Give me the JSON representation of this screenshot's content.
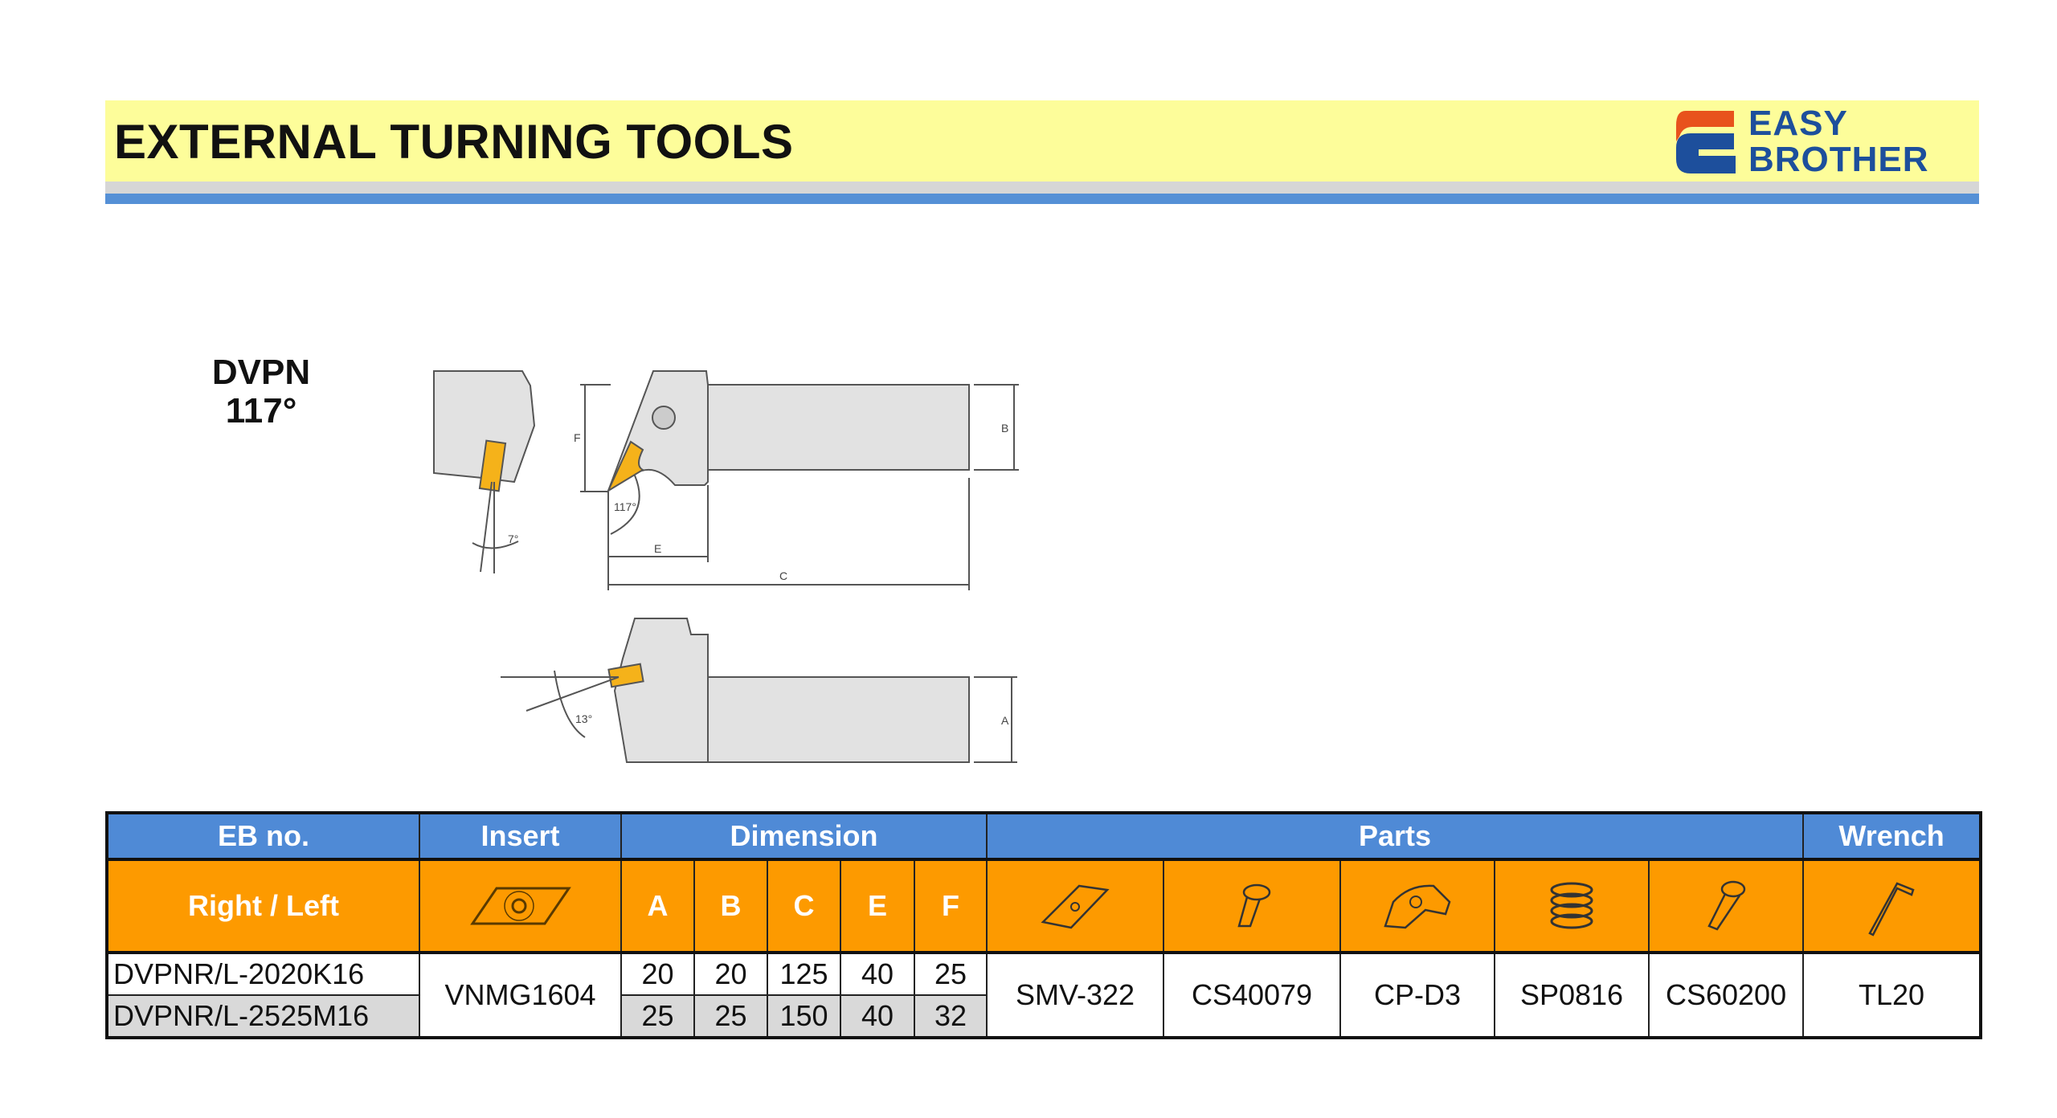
{
  "header": {
    "title": "EXTERNAL TURNING TOOLS",
    "logo_line1": "EASY",
    "logo_line2": "BROTHER"
  },
  "model": {
    "name": "DVPN",
    "angle": "117°"
  },
  "drawing": {
    "labels": {
      "F": "F",
      "B": "B",
      "E": "E",
      "C": "C",
      "A": "A",
      "angle_main": "117°",
      "angle_side": "7°",
      "angle_bottom": "13°"
    }
  },
  "table": {
    "group_headers": {
      "eb_no": "EB no.",
      "insert": "Insert",
      "dimension": "Dimension",
      "parts": "Parts",
      "wrench": "Wrench"
    },
    "sub_headers": {
      "right_left": "Right / Left",
      "dims": [
        "A",
        "B",
        "C",
        "E",
        "F"
      ]
    },
    "parts_icons": [
      "shim-icon",
      "shim-screw-icon",
      "clamp-icon",
      "spring-icon",
      "clamp-screw-icon"
    ],
    "wrench_icon": "hex-key-icon",
    "insert": "VNMG1604",
    "parts": [
      "SMV-322",
      "CS40079",
      "CP-D3",
      "SP0816",
      "CS60200"
    ],
    "wrench": "TL20",
    "rows": [
      {
        "eb_no": "DVPNR/L-2020K16",
        "dims": [
          "20",
          "20",
          "125",
          "40",
          "25"
        ]
      },
      {
        "eb_no": "DVPNR/L-2525M16",
        "dims": [
          "25",
          "25",
          "150",
          "40",
          "32"
        ]
      }
    ]
  },
  "colors": {
    "banner": "#fdfd9a",
    "blue": "#4f8ad6",
    "orange": "#fd9a00",
    "logo_blue": "#1d4f9c",
    "logo_orange": "#e8521c"
  }
}
